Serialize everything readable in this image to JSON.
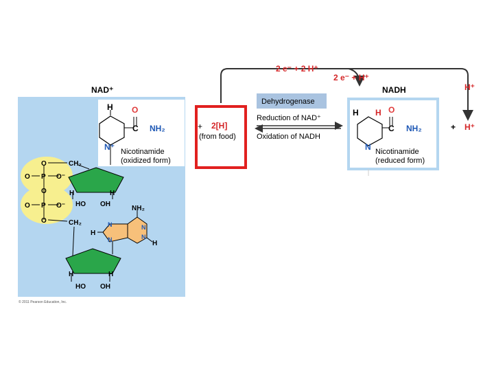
{
  "top_reaction": {
    "electrons_left": "2 e⁻ + 2 H⁺",
    "electrons_right": "2 e⁻ + H⁺",
    "proton_right": "H⁺"
  },
  "labels": {
    "nad_plus": "NAD⁺",
    "nadh": "NADH",
    "enzyme": "Dehydrogenase",
    "reduction": "Reduction of NAD⁺",
    "oxidation": "Oxidation of NADH",
    "plus_left": "+",
    "two_h": "2[H]",
    "from_food": "(from food)",
    "plus_right": "+",
    "h_plus_right": "H⁺",
    "nicotinamide_ox_1": "Nicotinamide",
    "nicotinamide_ox_2": "(oxidized form)",
    "nicotinamide_red_1": "Nicotinamide",
    "nicotinamide_red_2": "(reduced form)",
    "copyright": "© 2011 Pearson Education, Inc."
  },
  "atoms": {
    "h": "H",
    "o": "O",
    "n": "N",
    "c": "C",
    "nh2": "NH₂",
    "n_plus": "N⁺",
    "ch2": "CH₂",
    "p": "P",
    "o_minus": "O⁻",
    "ho": "HO",
    "oh": "OH"
  },
  "colors": {
    "panel": "#b4d6f0",
    "white_box": "#ffffff",
    "phosphate": "#f7ef8f",
    "ribose": "#2aa64a",
    "adenine": "#f7c07a",
    "red_box": "#e1201f",
    "h_red": "#d42527",
    "enzyme_box": "#a9c3e0",
    "oxygen": "#e03a3a",
    "nitrogen": "#1e58b5",
    "arrow": "#333333"
  }
}
